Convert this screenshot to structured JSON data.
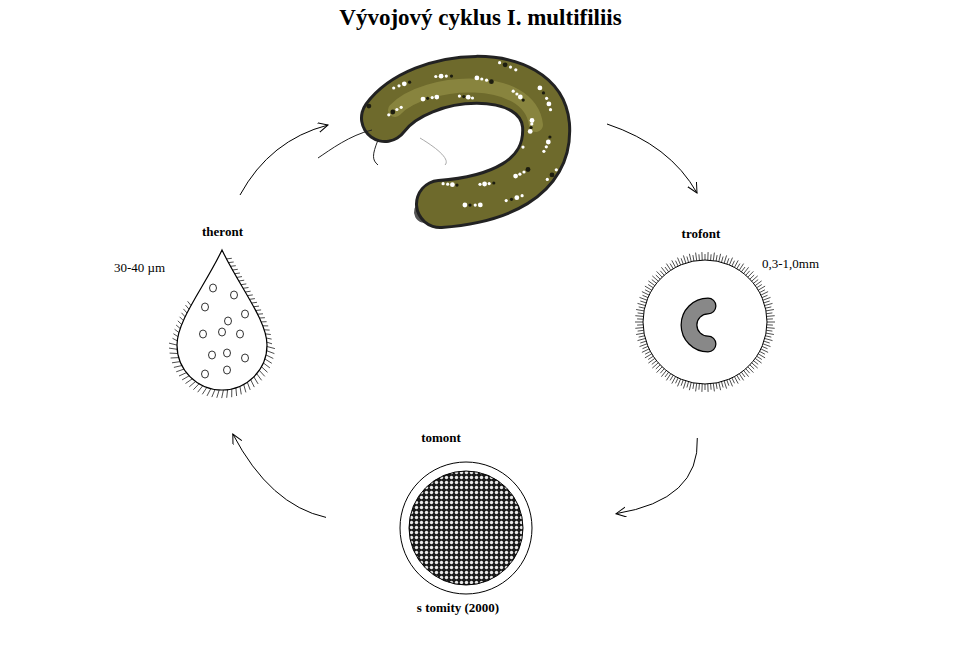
{
  "diagram": {
    "title": "Vývojový cyklus I. multifiliis",
    "nodes": [
      {
        "text": [
          "theront"
        ]
      },
      {
        "text": [
          "trofont"
        ]
      },
      {
        "text": [
          "tomont",
          "s tomity (2000)"
        ]
      }
    ],
    "edges": [
      {
        "from": 1,
        "to": 2,
        "arrow": "to"
      },
      {
        "from": 2,
        "to": 0,
        "arrow": "to"
      }
    ],
    "labels": [
      "30-40 µm",
      "0,3-1,0mm"
    ]
  }
}
